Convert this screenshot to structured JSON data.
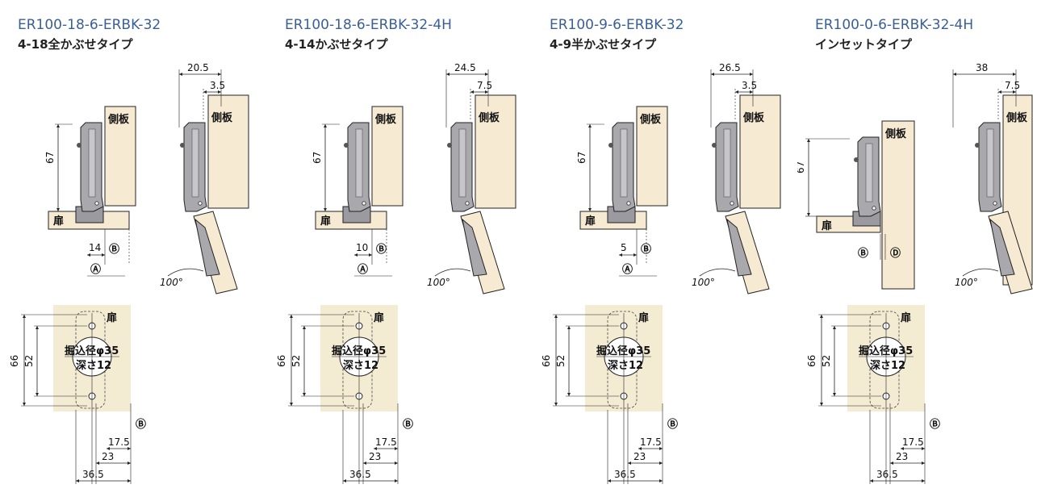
{
  "colors": {
    "model_title": "#3a5f95",
    "panel_fill": "#f6ead2",
    "cup_fill": "#f4ebd3",
    "hinge_metal": "#a8a8ad",
    "line": "#222222",
    "divider": "#9a9a9a"
  },
  "labels": {
    "side_panel": "側板",
    "door": "扉",
    "bore_diameter": "掘込径φ35",
    "bore_depth": "深さ12",
    "ref_a": "Ⓐ",
    "ref_b": "Ⓑ",
    "ref_d": "Ⓓ",
    "angle": "100°"
  },
  "panels": [
    {
      "model": "ER100-18-6-ERBK-32",
      "subtitle": "4-18全かぶせタイプ",
      "dims": {
        "height": "67",
        "offset": "14",
        "arm_width": "20.5",
        "arm_offset": "3.5",
        "cup_outer": "66",
        "cup_inner": "52",
        "d1": "17.5",
        "d2": "23",
        "d3": "36.5"
      }
    },
    {
      "model": "ER100-18-6-ERBK-32-4H",
      "subtitle": "4-14かぶせタイプ",
      "dims": {
        "height": "67",
        "offset": "10",
        "arm_width": "24.5",
        "arm_offset": "7.5",
        "cup_outer": "66",
        "cup_inner": "52",
        "d1": "17.5",
        "d2": "23",
        "d3": "36.5"
      }
    },
    {
      "model": "ER100-9-6-ERBK-32",
      "subtitle": "4-9半かぶせタイプ",
      "dims": {
        "height": "67",
        "offset": "5",
        "arm_width": "26.5",
        "arm_offset": "3.5",
        "cup_outer": "66",
        "cup_inner": "52",
        "d1": "17.5",
        "d2": "23",
        "d3": "36.5"
      }
    },
    {
      "model": "ER100-0-6-ERBK-32-4H",
      "subtitle": "インセットタイプ",
      "dims": {
        "height": "67",
        "offset": "",
        "arm_width": "38",
        "arm_offset": "7.5",
        "cup_outer": "66",
        "cup_inner": "52",
        "d1": "17.5",
        "d2": "23",
        "d3": "36.5"
      }
    }
  ]
}
